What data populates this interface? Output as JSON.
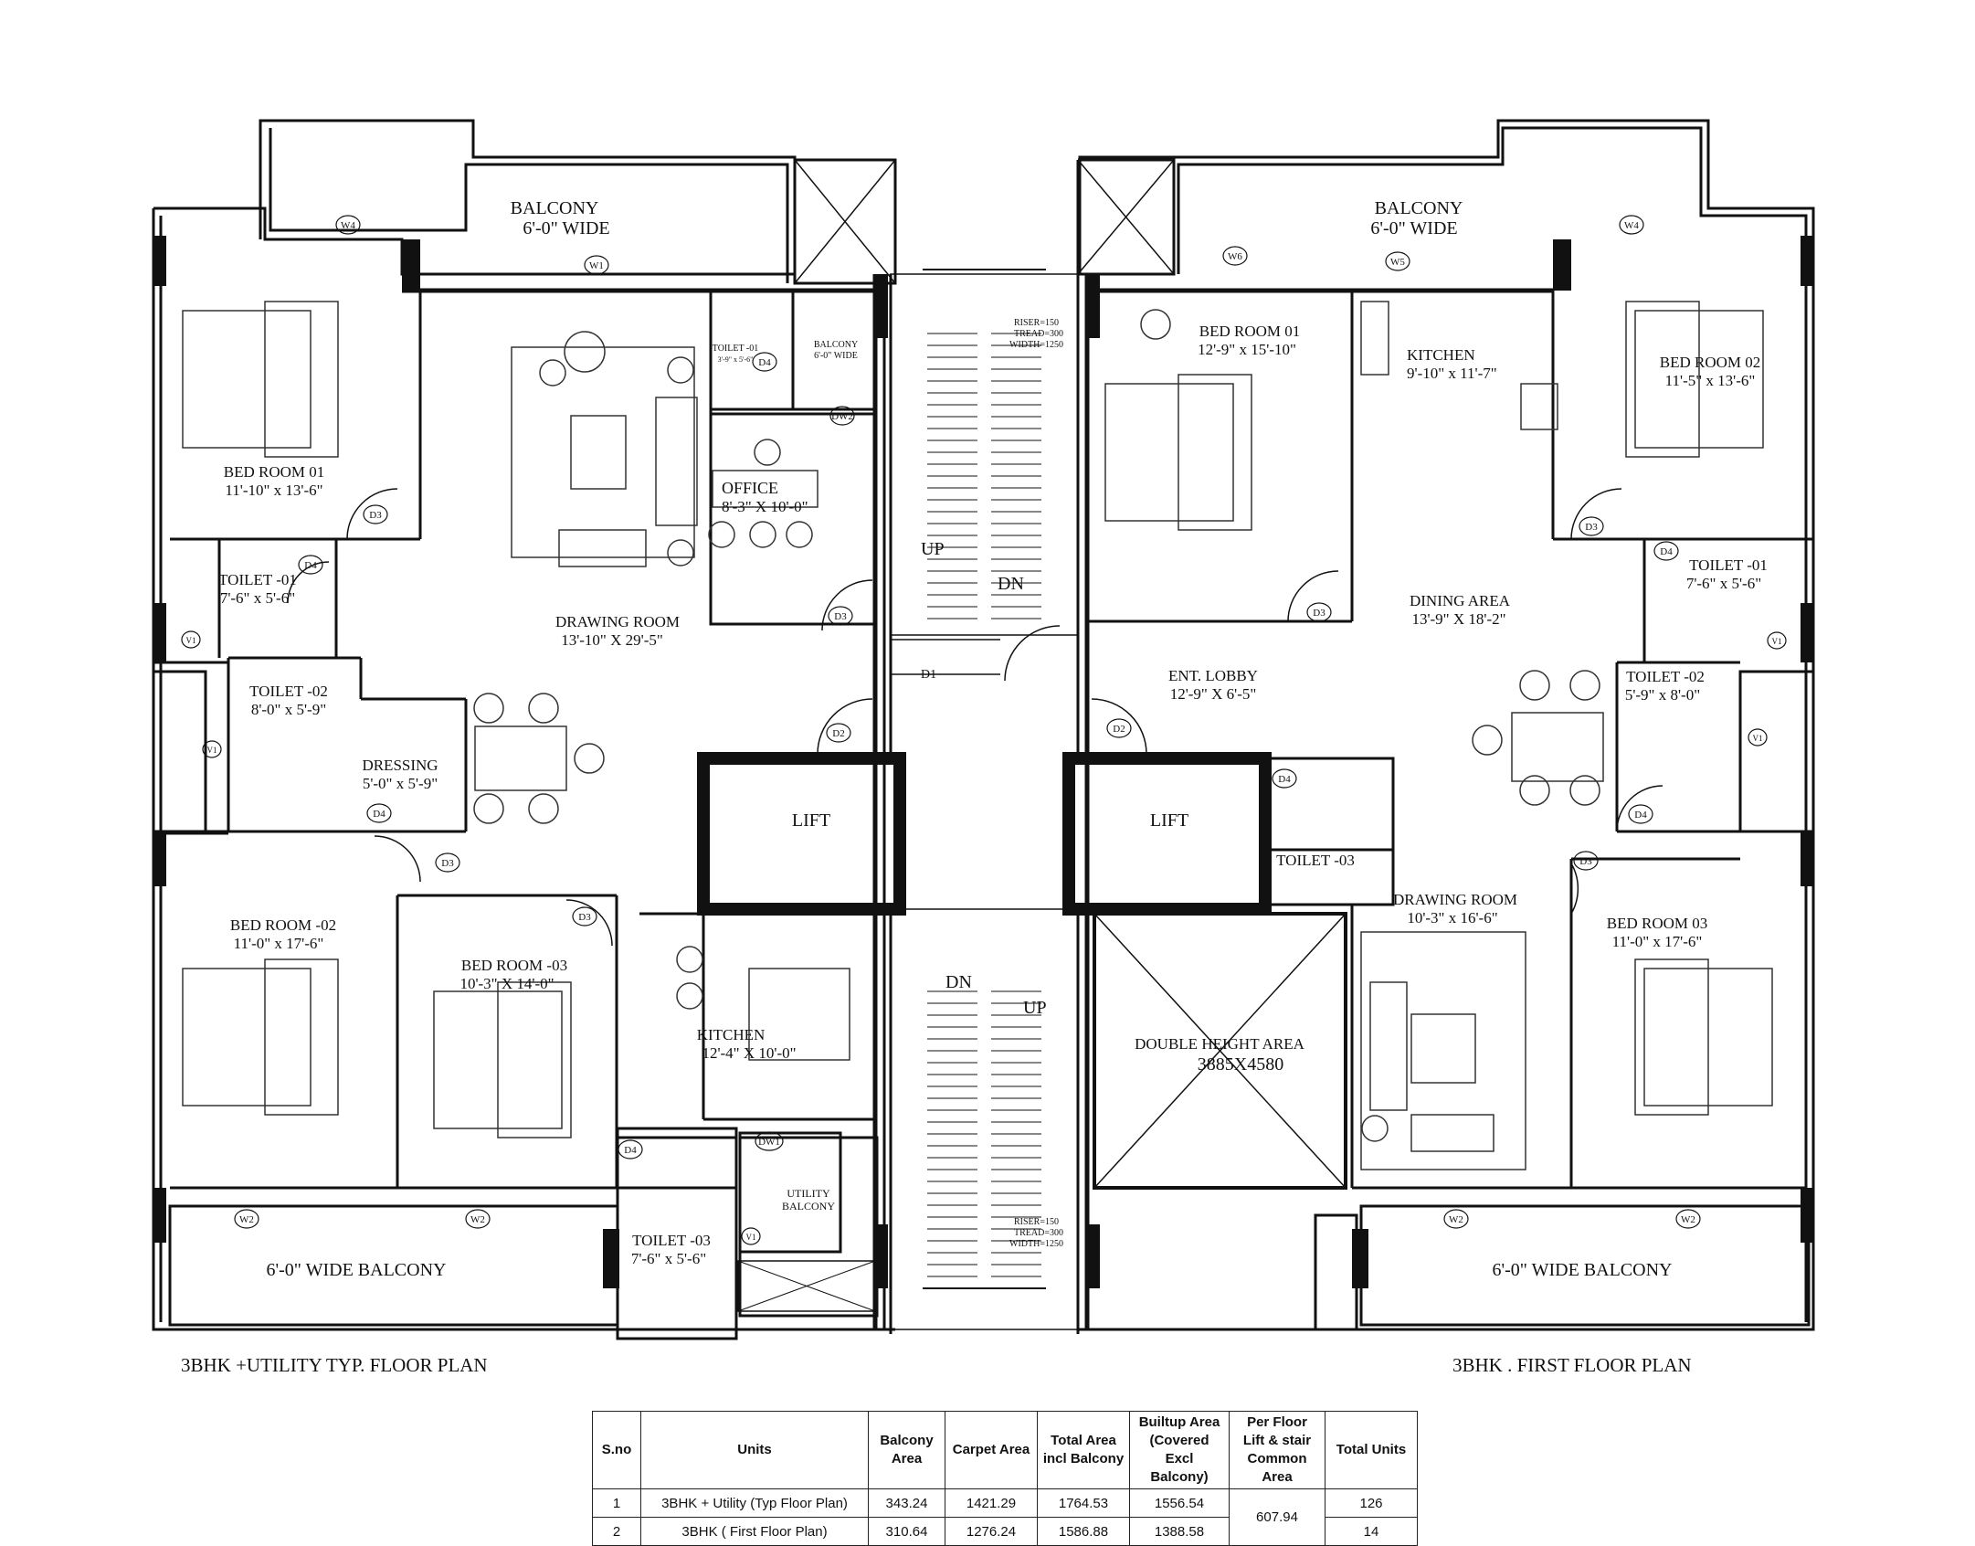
{
  "left_plan": {
    "title": "3BHK +UTILITY TYP. FLOOR PLAN",
    "rooms": {
      "balcony_top": {
        "name": "BALCONY",
        "size": "6'-0\"  WIDE"
      },
      "bedroom_01": {
        "name": "BED ROOM 01",
        "size": "11'-10\" x 13'-6\""
      },
      "toilet_01": {
        "name": "TOILET -01",
        "size": "7'-6\" x 5'-6\""
      },
      "toilet_01_small": {
        "name": "TOILET -01",
        "size": "3'-9\" x 5'-6\""
      },
      "balcony_small": {
        "name": "BALCONY",
        "size": "6'-0\" WIDE"
      },
      "office": {
        "name": "OFFICE",
        "size": "8'-3\" X 10'-0\""
      },
      "drawing_room": {
        "name": "DRAWING ROOM",
        "size": "13'-10\" X 29'-5\""
      },
      "toilet_02": {
        "name": "TOILET -02",
        "size": "8'-0\" x 5'-9\""
      },
      "dressing": {
        "name": "DRESSING",
        "size": "5'-0\" x 5'-9\""
      },
      "bedroom_02": {
        "name": "BED ROOM -02",
        "size": "11'-0\" x 17'-6\""
      },
      "bedroom_03": {
        "name": "BED ROOM -03",
        "size": "10'-3\" X 14'-0\""
      },
      "kitchen": {
        "name": "KITCHEN",
        "size": "12'-4\" X 10'-0\""
      },
      "utility": {
        "name": "UTILITY",
        "name2": "BALCONY"
      },
      "toilet_03": {
        "name": "TOILET -03",
        "size": "7'-6\" x 5'-6\""
      },
      "balcony_bottom": {
        "name": "6'-0\" WIDE BALCONY"
      },
      "lift": {
        "name": "LIFT"
      }
    }
  },
  "right_plan": {
    "title": "3BHK . FIRST FLOOR PLAN",
    "rooms": {
      "balcony_top": {
        "name": "BALCONY",
        "size": "6'-0\"  WIDE"
      },
      "bedroom_01": {
        "name": "BED ROOM 01",
        "size": "12'-9\" x 15'-10\""
      },
      "kitchen": {
        "name": "KITCHEN",
        "size": "9'-10\" x 11'-7\""
      },
      "bedroom_02": {
        "name": "BED ROOM 02",
        "size": "11'-5\" x 13'-6\""
      },
      "dining": {
        "name": "DINING AREA",
        "size": "13'-9\" X 18'-2\""
      },
      "toilet_01": {
        "name": "TOILET -01",
        "size": "7'-6\" x 5'-6\""
      },
      "ent_lobby": {
        "name": "ENT. LOBBY",
        "size": "12'-9\" X 6'-5\""
      },
      "toilet_02": {
        "name": "TOILET -02",
        "size": "5'-9\" x 8'-0\""
      },
      "toilet_03": {
        "name": "TOILET -03"
      },
      "drawing_room": {
        "name": "DRAWING ROOM",
        "size": "10'-3\" x 16'-6\""
      },
      "bedroom_03": {
        "name": "BED ROOM 03",
        "size": "11'-0\" x 17'-6\""
      },
      "double_height": {
        "name": "DOUBLE HEIGHT AREA",
        "size": "3885X4580"
      },
      "balcony_bottom": {
        "name": "6'-0\" WIDE BALCONY"
      },
      "lift": {
        "name": "LIFT"
      }
    }
  },
  "stair": {
    "spec_top": [
      "RISER=150",
      "TREAD=300",
      "WIDTH=1250"
    ],
    "spec_bottom": [
      "RISER=150",
      "TREAD=300",
      "WIDTH=1250"
    ],
    "up_top": "UP",
    "dn_top": "DN",
    "up_bottom": "UP",
    "dn_bottom": "DN",
    "d1": "D1"
  },
  "tags": {
    "W1": "W1",
    "W2": "W2",
    "W4": "W4",
    "W5": "W5",
    "W6": "W6",
    "V1": "V1",
    "D2": "D2",
    "D3": "D3",
    "D4": "D4",
    "DW1": "DW1",
    "DW2": "DW2"
  },
  "area_table": {
    "headers": [
      "S.no",
      "Units",
      "Balcony\nArea",
      "Carpet Area",
      "Total Area\nincl Balcony",
      "Builtup Area\n(Covered\nExcl\nBalcony)",
      "Per Floor\nLift  & stair\nCommon\nArea",
      "Total Units"
    ],
    "rows": [
      [
        "1",
        "3BHK + Utility (Typ Floor Plan)",
        "343.24",
        "1421.29",
        "1764.53",
        "1556.54",
        "607.94",
        "126"
      ],
      [
        "2",
        "3BHK  ( First Floor Plan)",
        "310.64",
        "1276.24",
        "1586.88",
        "1388.58",
        "",
        "14"
      ]
    ]
  }
}
